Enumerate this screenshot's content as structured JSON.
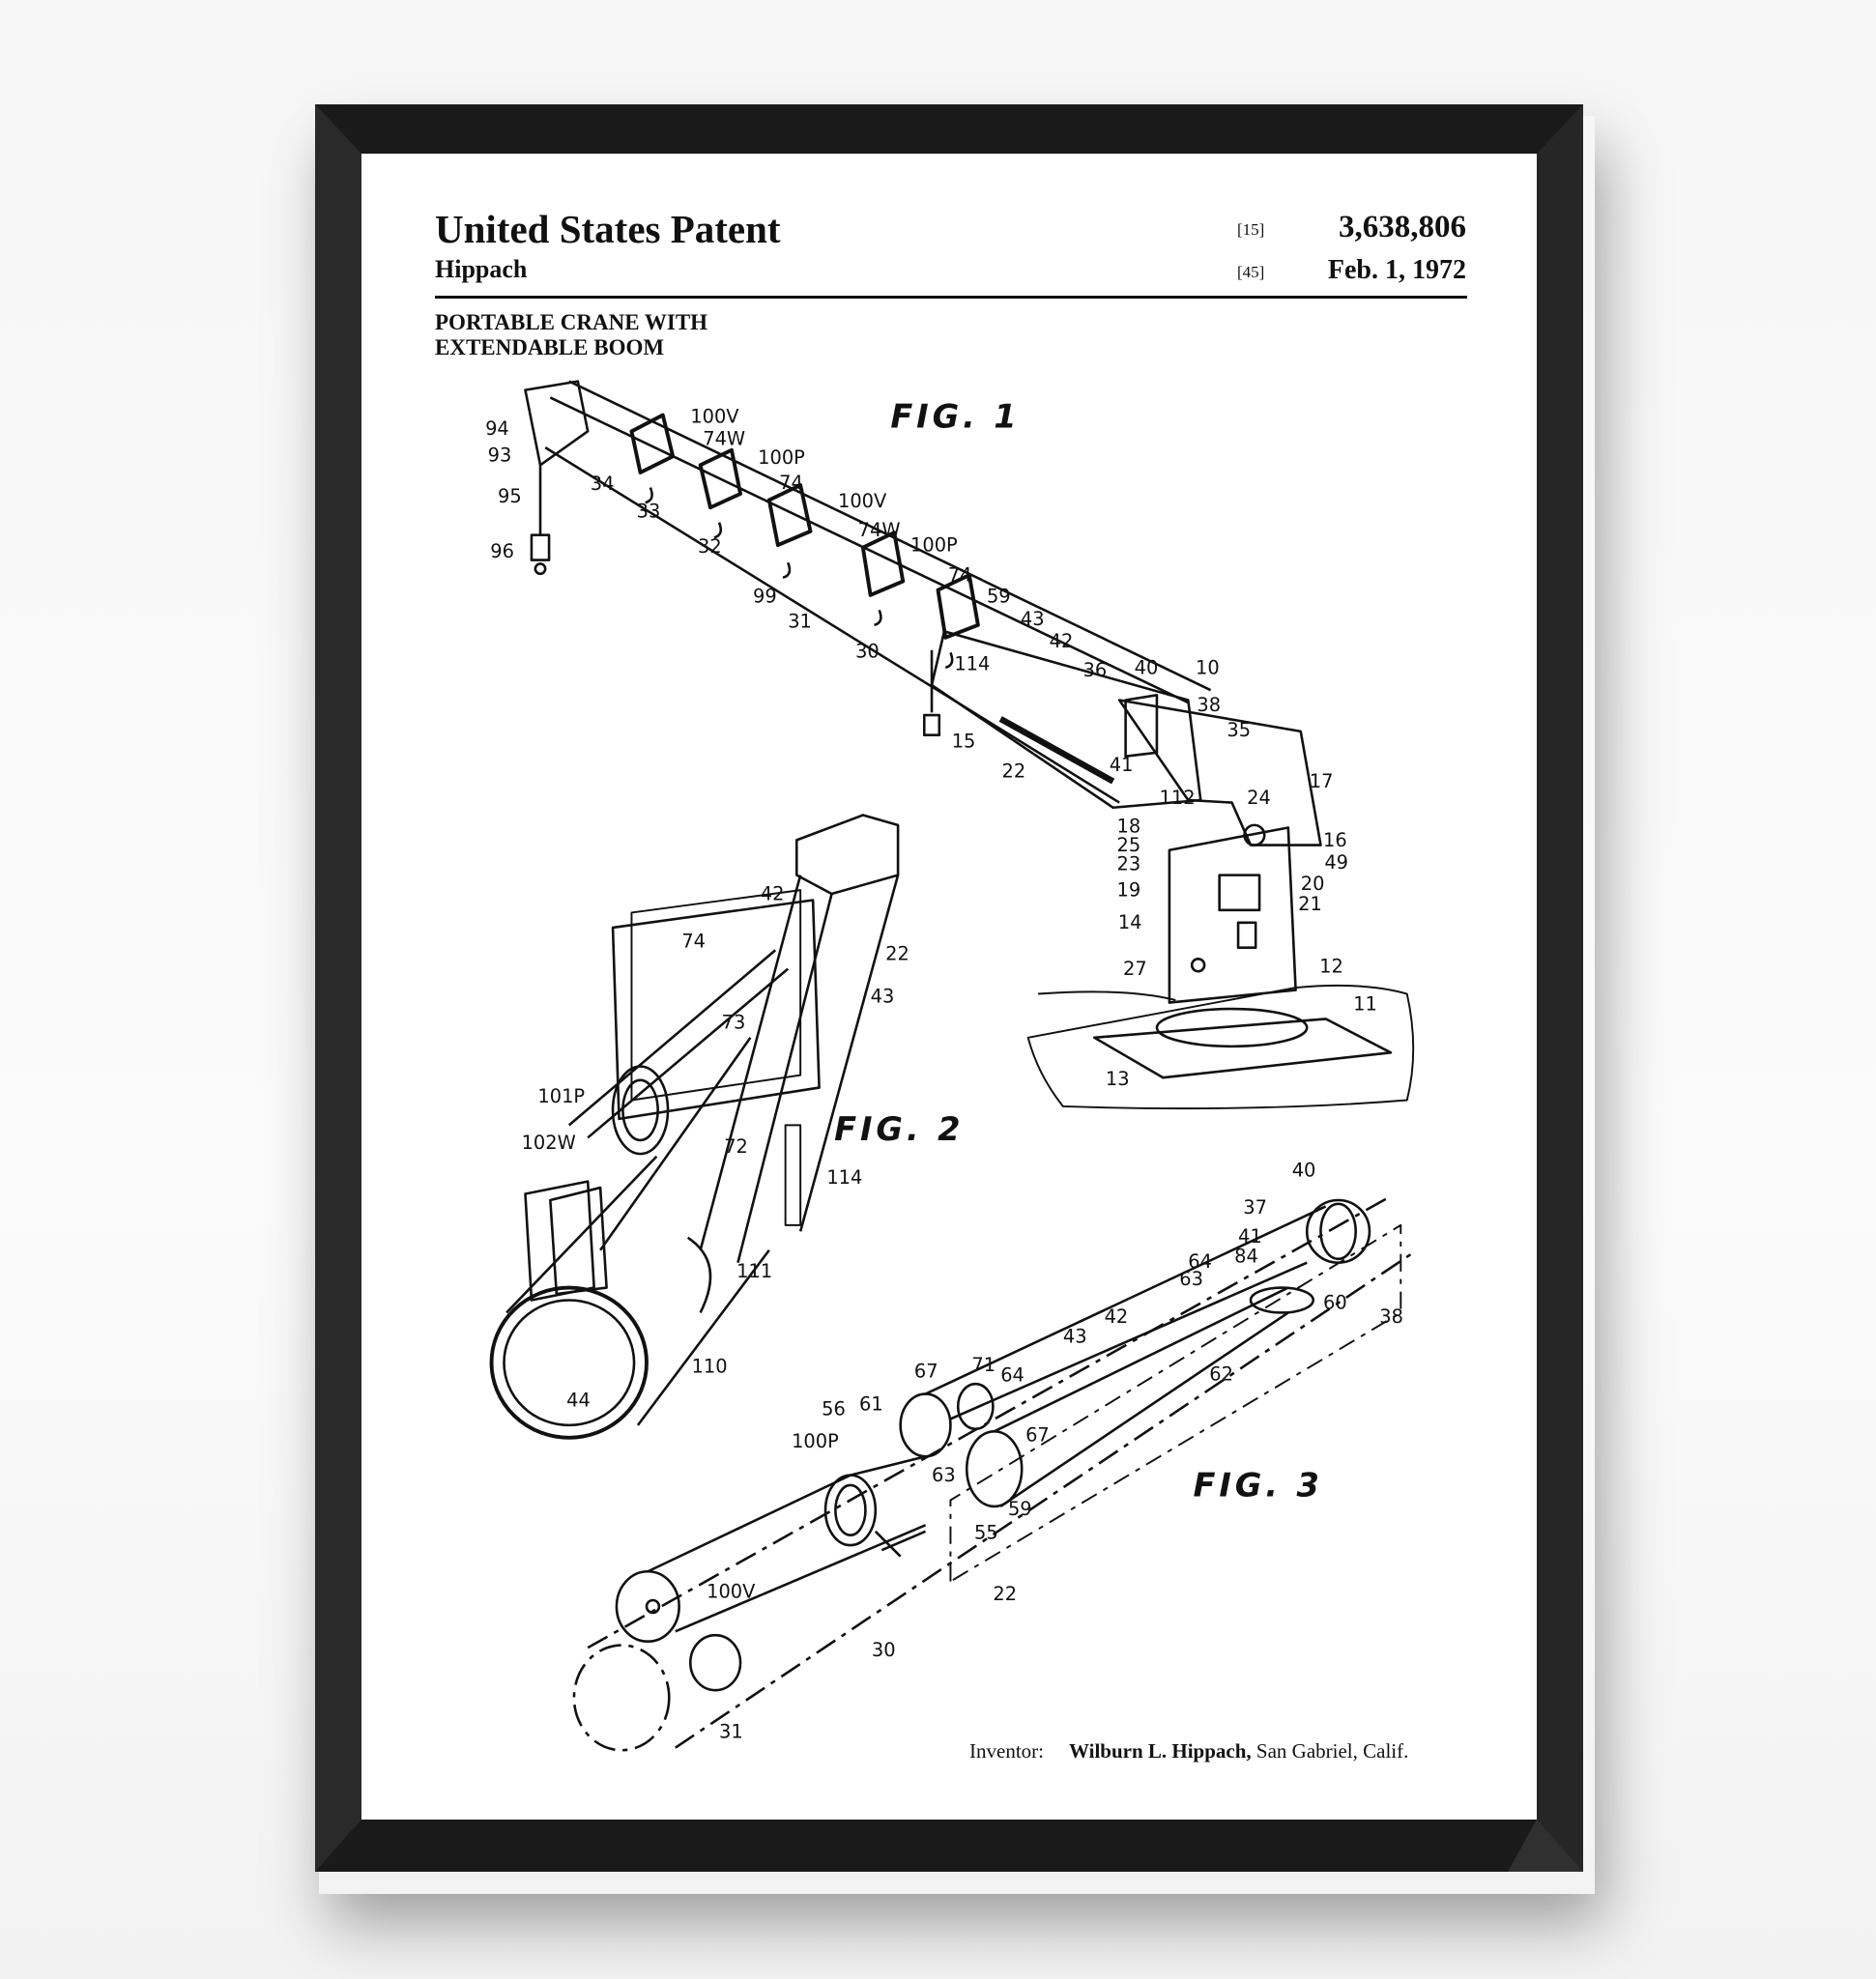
{
  "header": {
    "title": "United States Patent",
    "inventor_surname": "Hippach",
    "code_15": "[15]",
    "patent_number": "3,638,806",
    "code_45": "[45]",
    "date": "Feb. 1, 1972",
    "subtitle_line1": "PORTABLE CRANE WITH",
    "subtitle_line2": "EXTENDABLE BOOM"
  },
  "figures": {
    "fig1": {
      "title": "FIG. 1",
      "labels": [
        "94",
        "93",
        "95",
        "96",
        "34",
        "33",
        "32",
        "99",
        "31",
        "30",
        "100V",
        "74W",
        "100P",
        "74",
        "100V",
        "74W",
        "100P",
        "74",
        "59",
        "43",
        "42",
        "114",
        "15",
        "22",
        "36",
        "40",
        "10",
        "38",
        "35",
        "41",
        "112",
        "24",
        "17",
        "18",
        "25",
        "16",
        "23",
        "49",
        "20",
        "21",
        "19",
        "14",
        "27",
        "12",
        "11",
        "13"
      ]
    },
    "fig2": {
      "title": "FIG. 2",
      "labels": [
        "42",
        "74",
        "22",
        "43",
        "73",
        "101P",
        "102W",
        "72",
        "114",
        "111",
        "110",
        "44"
      ]
    },
    "fig3": {
      "title": "FIG. 3",
      "labels": [
        "40",
        "37",
        "41",
        "84",
        "64",
        "63",
        "60",
        "38",
        "42",
        "43",
        "62",
        "71",
        "64",
        "67",
        "61",
        "56",
        "100P",
        "67",
        "63",
        "59",
        "55",
        "22",
        "100V",
        "30",
        "31"
      ]
    }
  },
  "footer": {
    "inventor_label": "Inventor:",
    "inventor_name": "Wilburn L. Hippach,",
    "inventor_location": "San Gabriel, Calif."
  },
  "colors": {
    "frame": "#1a1a1a",
    "paper": "#ffffff",
    "ink": "#111111"
  }
}
